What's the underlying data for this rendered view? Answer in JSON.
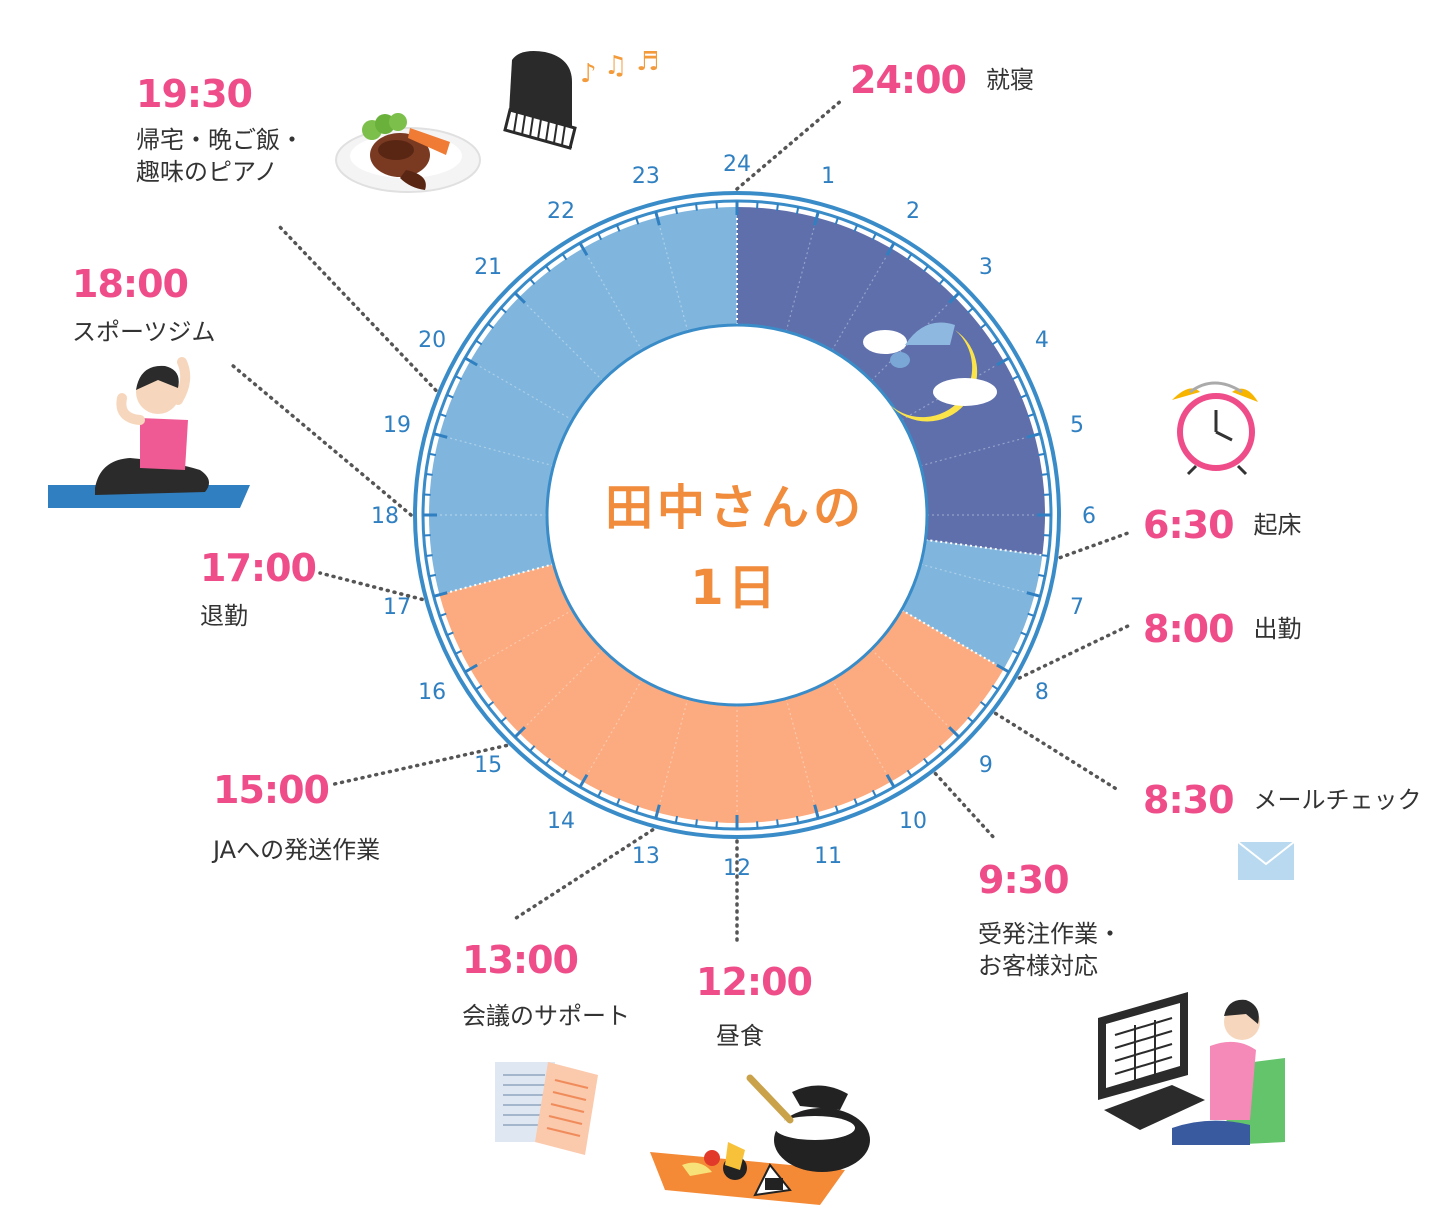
{
  "center_title": {
    "line1": "田中さんの",
    "line2": "1日"
  },
  "hour_labels": [
    "24",
    "1",
    "2",
    "3",
    "4",
    "5",
    "6",
    "7",
    "8",
    "9",
    "10",
    "11",
    "12",
    "13",
    "14",
    "15",
    "16",
    "17",
    "18",
    "19",
    "20",
    "21",
    "22",
    "23"
  ],
  "colors": {
    "sleep": "#5e6fac",
    "home": "#80b6dd",
    "work": "#fbab7f",
    "ring": "#3a8cc8",
    "tick": "#2f7fc1",
    "time": "#ee4d8a",
    "title": "#f08c3c"
  },
  "segments": [
    {
      "name": "sleep",
      "from": 0,
      "to": 6.5
    },
    {
      "name": "morning",
      "from": 6.5,
      "to": 8
    },
    {
      "name": "work",
      "from": 8,
      "to": 17
    },
    {
      "name": "evening",
      "from": 17,
      "to": 24
    }
  ],
  "events": [
    {
      "id": "bedtime",
      "time": "24:00",
      "label": "就寝"
    },
    {
      "id": "wake",
      "time": "6:30",
      "label": "起床"
    },
    {
      "id": "commute",
      "time": "8:00",
      "label": "出勤"
    },
    {
      "id": "mail",
      "time": "8:30",
      "label": "メールチェック"
    },
    {
      "id": "orders",
      "time": "9:30",
      "label_lines": [
        "受発注作業・",
        "お客様対応"
      ]
    },
    {
      "id": "lunch",
      "time": "12:00",
      "label": "昼食"
    },
    {
      "id": "meeting",
      "time": "13:00",
      "label": "会議のサポート"
    },
    {
      "id": "shipping",
      "time": "15:00",
      "label": "JAへの発送作業"
    },
    {
      "id": "leave",
      "time": "17:00",
      "label": "退勤"
    },
    {
      "id": "gym",
      "time": "18:00",
      "label": "スポーツジム"
    },
    {
      "id": "home",
      "time": "19:30",
      "label_lines": [
        "帰宅・晩ご飯・",
        "趣味のピアノ"
      ]
    }
  ],
  "icons": [
    "piano-icon",
    "music-notes-icon",
    "dinner-plate-icon",
    "yoga-woman-icon",
    "sleeping-moon-icon",
    "alarm-clock-icon",
    "mail-envelope-icon",
    "computer-worker-icon",
    "documents-icon",
    "lunch-bento-icon"
  ]
}
